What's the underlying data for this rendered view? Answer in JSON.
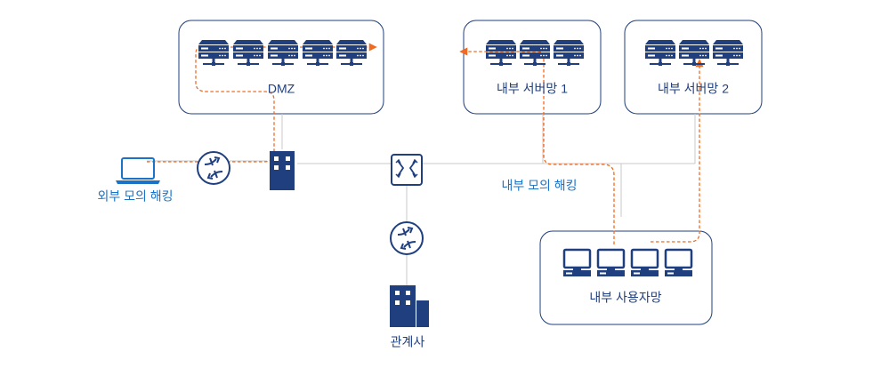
{
  "colors": {
    "navy": "#1f3f7f",
    "border": "#1f3f7f",
    "blue_text": "#1a73c7",
    "line": "#c8c8c8",
    "attack": "#f06a1f"
  },
  "zones": {
    "dmz": {
      "label": "DMZ"
    },
    "internal_server_1": {
      "label": "내부 서버망 1"
    },
    "internal_server_2": {
      "label": "내부 서버망 2"
    },
    "internal_user": {
      "label": "내부 사용자망"
    }
  },
  "labels": {
    "external_pentest": "외부 모의 해킹",
    "internal_pentest": "내부 모의 해킹",
    "affiliate": "관계사"
  },
  "icons": {
    "external_pc": "laptop-icon",
    "router": "router-icon",
    "firewall": "building-icon",
    "switch": "switch-icon",
    "server": "server-icon",
    "user_pc": "monitor-icon"
  }
}
